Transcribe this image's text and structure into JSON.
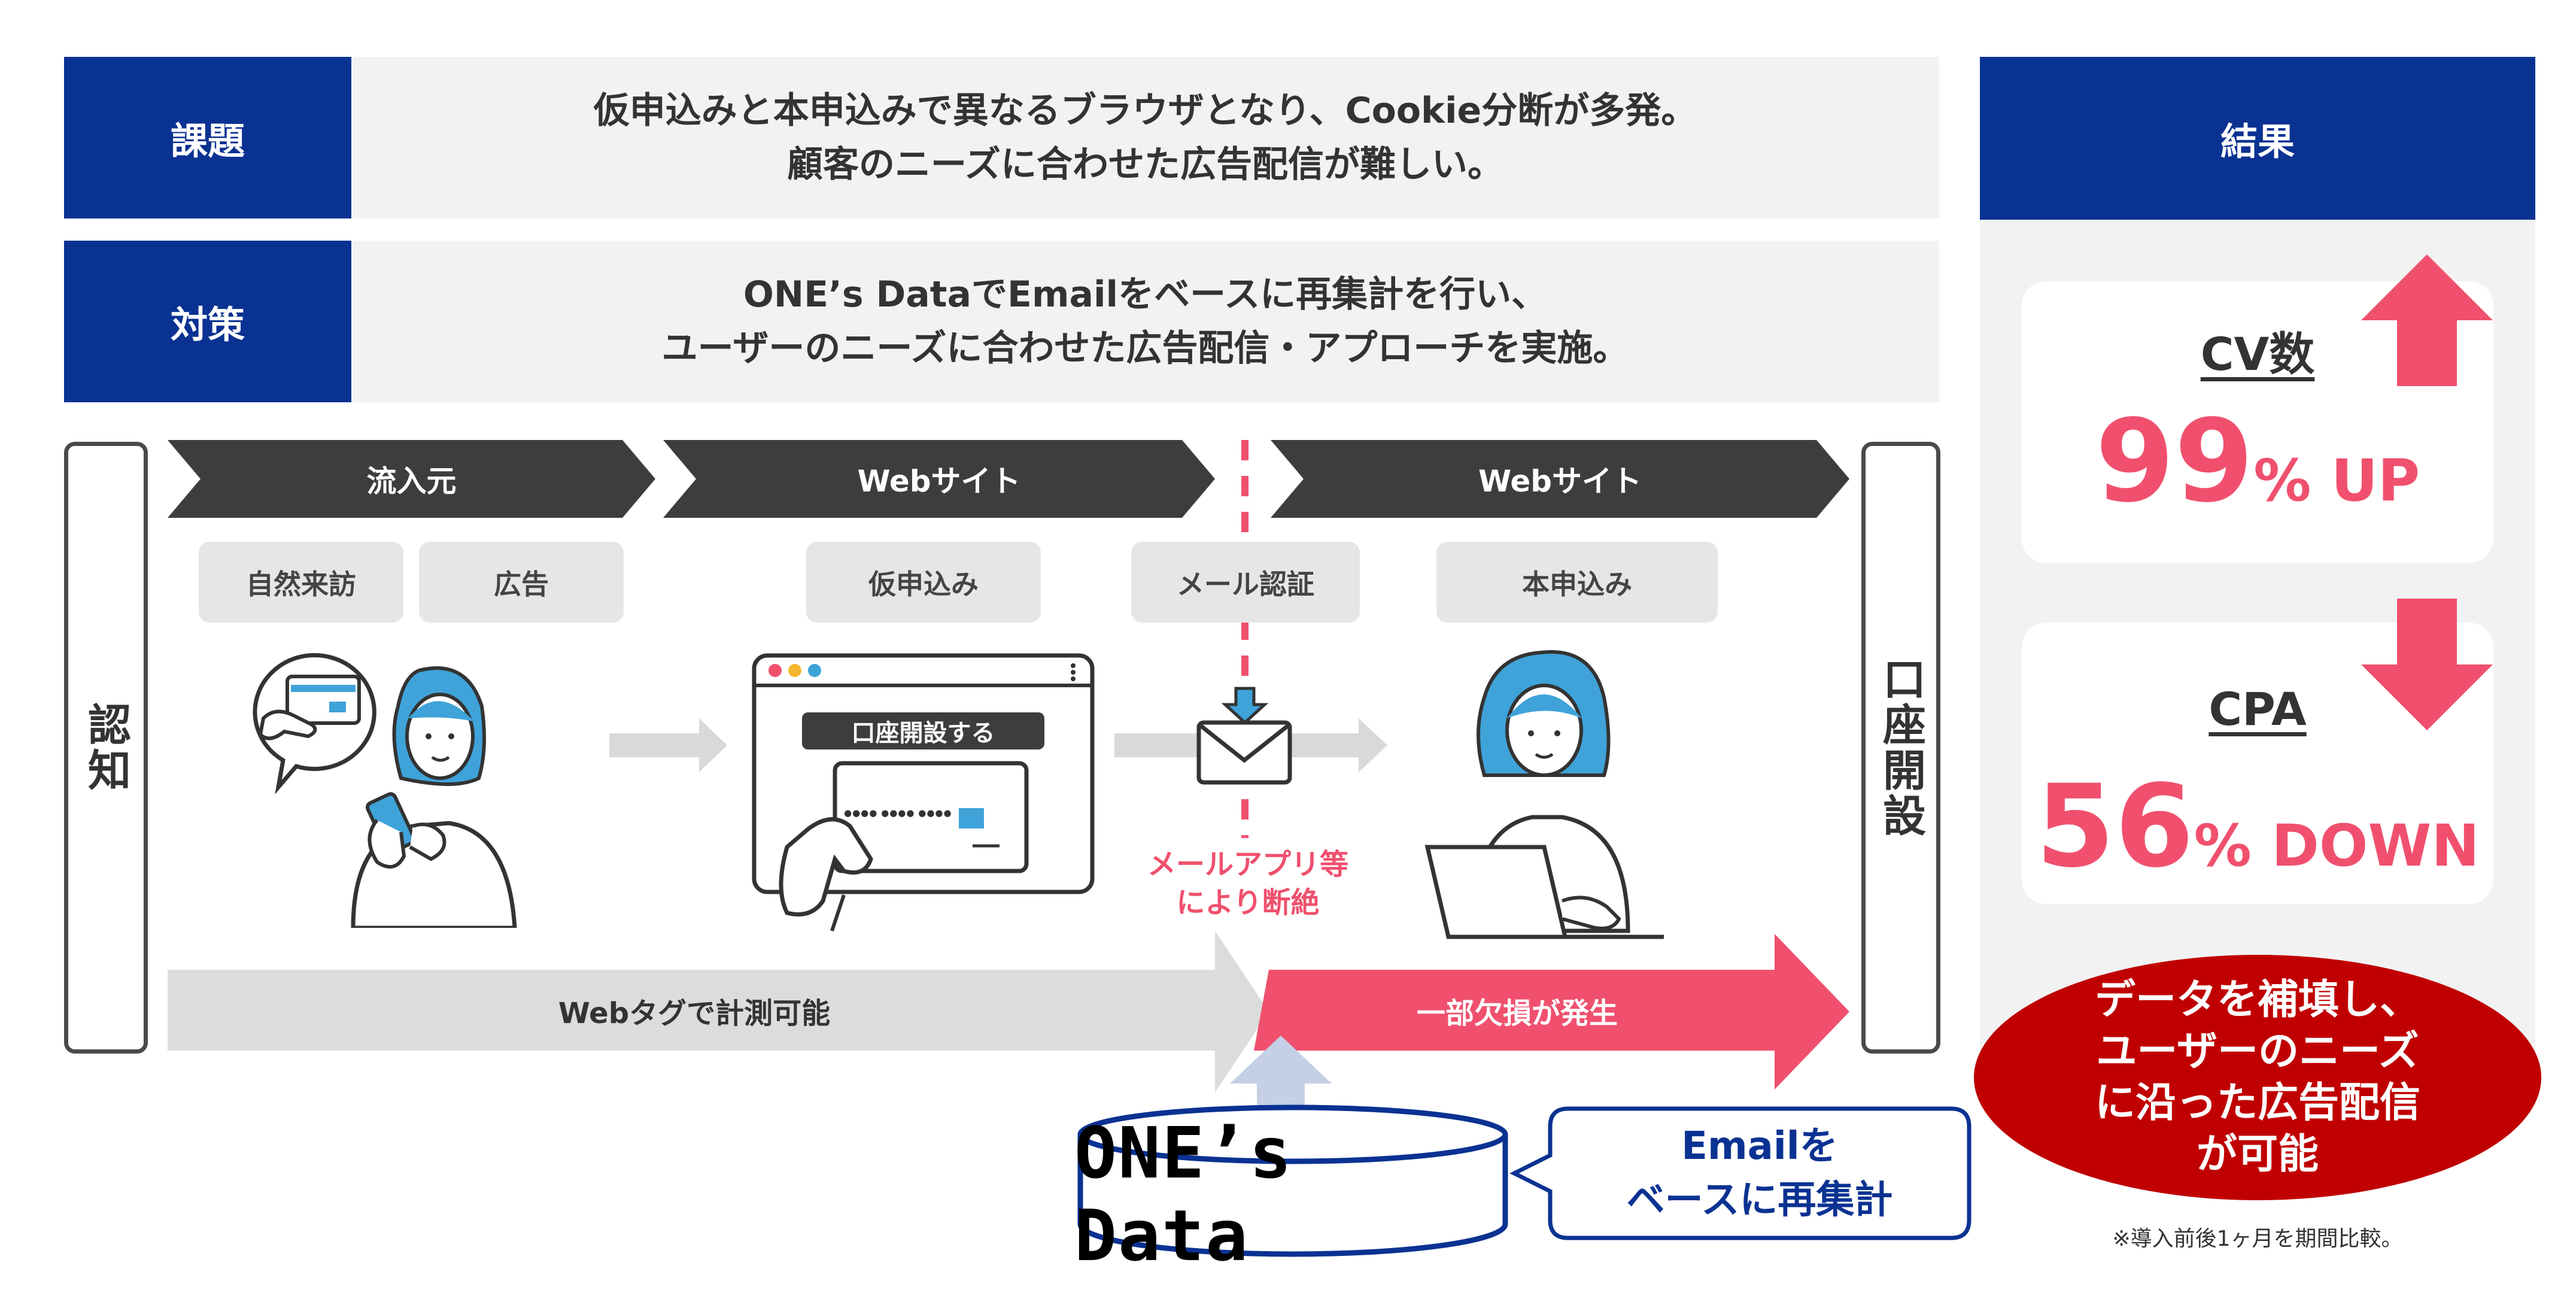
{
  "challenge": {
    "label": "課題",
    "line1": "仮申込みと本申込みで異なるブラウザとなり、Cookie分断が多発。",
    "line2": "顧客のニーズに合わせた広告配信が難しい。"
  },
  "measure": {
    "label": "対策",
    "line1": "ONE’s DataでEmailをベースに再集計を行い、",
    "line2": "ユーザーのニーズに合わせた広告配信・アプローチを実施。"
  },
  "flow": {
    "start_label": "認知",
    "end_label": "口座開設",
    "stages": [
      "流入元",
      "Webサイト",
      "Webサイト"
    ],
    "steps": [
      "自然来訪",
      "広告",
      "仮申込み",
      "メール認証",
      "本申込み"
    ],
    "button_label": "口座開設する",
    "card_mask": "●●●● ●●●● ●●●●",
    "cut_note_line1": "メールアプリ等",
    "cut_note_line2": "により断絶",
    "tracking_label": "Webタグで計測可能",
    "loss_label": "一部欠損が発生"
  },
  "ones_data": {
    "logo": "ONE’s Data",
    "bubble_line1": "Emailを",
    "bubble_line2": "ベースに再集計"
  },
  "result": {
    "label": "結果",
    "cv_title": "CV数",
    "cv_value": "99",
    "cv_unit": "% UP",
    "cpa_title": "CPA",
    "cpa_value": "56",
    "cpa_unit": "% DOWN",
    "summary_lines": [
      "データを補填し、",
      "ユーザーのニーズ",
      "に沿った広告配信",
      "が可能"
    ],
    "footnote": "※導入前後1ヶ月を期間比較。"
  },
  "colors": {
    "navy": "#0a3292",
    "dark": "#3d3d3d",
    "pink": "#f0506e",
    "red": "#c00000",
    "gray_bg": "#f2f2f2",
    "pill": "#e6e6e6",
    "hair": "#3fa3d9"
  }
}
